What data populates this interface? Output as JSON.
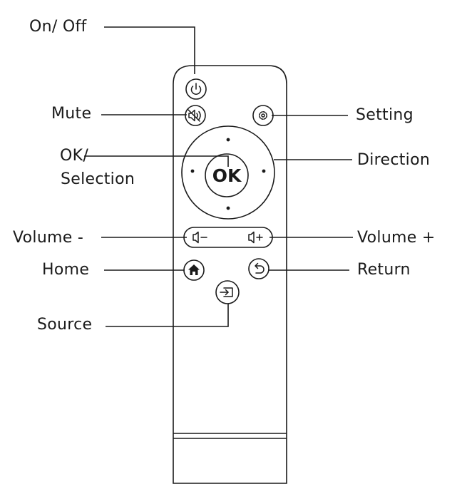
{
  "labels": {
    "on_off": "On/ Off",
    "mute": "Mute",
    "setting": "Setting",
    "ok_line1": "OK/",
    "ok_line2": "Selection",
    "direction": "Direction",
    "volume_minus": "Volume -",
    "volume_plus": "Volume +",
    "home": "Home",
    "return": "Return",
    "source": "Source"
  },
  "buttons": {
    "ok_text": "OK"
  },
  "icons": {
    "power": "power-icon",
    "mute": "speaker-mute-icon",
    "setting": "gear-icon",
    "volume_down": "speaker-minus-icon",
    "volume_up": "speaker-plus-icon",
    "home": "house-icon",
    "return": "return-arrow-icon",
    "source": "input-source-icon"
  },
  "colors": {
    "stroke": "#1a1a1a",
    "background": "#ffffff"
  }
}
